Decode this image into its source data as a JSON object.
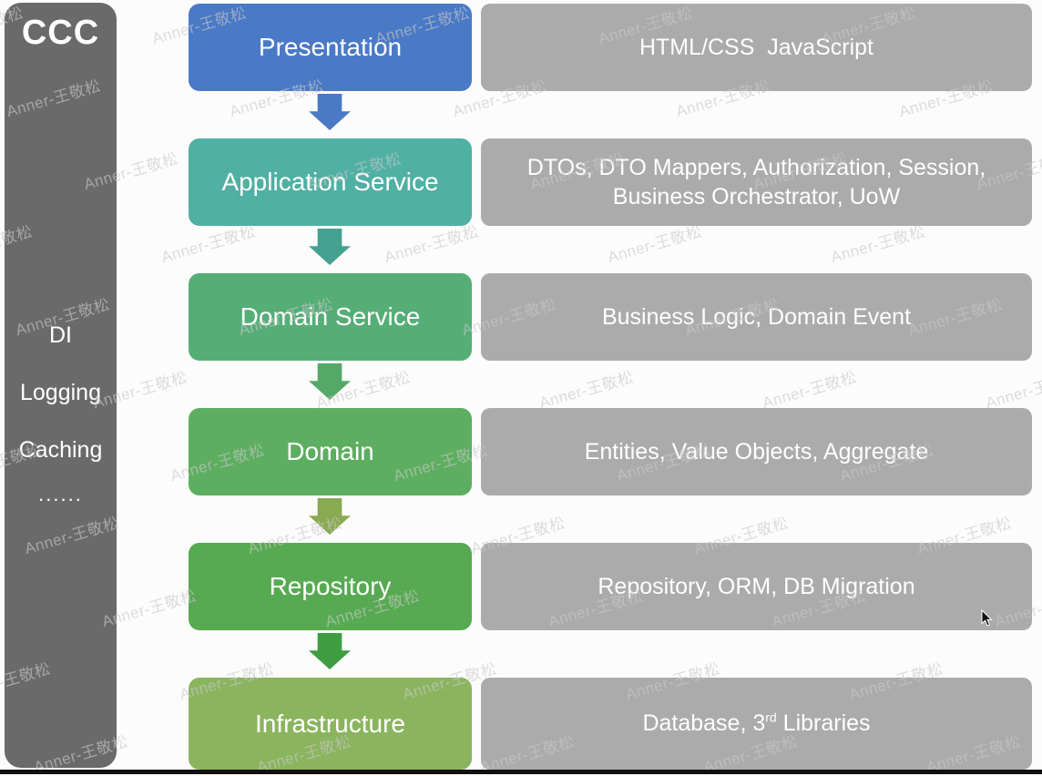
{
  "colors": {
    "background": "#fcfcfc",
    "sidebar_bg": "#6a6a6a",
    "detail_bg": "#ababab",
    "text": "#ffffff",
    "watermark": "#c9c9c9",
    "bottom_bar": "#101010"
  },
  "sidebar": {
    "title": "CCC",
    "items": [
      {
        "id": "di",
        "label": "DI"
      },
      {
        "id": "logging",
        "label": "Logging"
      },
      {
        "id": "caching",
        "label": "Caching"
      },
      {
        "id": "ellipsis",
        "label": "......"
      }
    ]
  },
  "layers": [
    {
      "id": "presentation",
      "label": "Presentation",
      "detail_parts": [
        "HTML/CSS  JavaScript"
      ],
      "box_color": "#4a79c6",
      "arrow_color": "#4b7ac5"
    },
    {
      "id": "application-service",
      "label": "Application Service",
      "detail_parts": [
        "DTOs, DTO Mappers, Authorization, Session,",
        {
          "br": true
        },
        "Business Orchestrator, UoW"
      ],
      "box_color": "#50b0a3",
      "arrow_color": "#45a18f"
    },
    {
      "id": "domain-service",
      "label": "Domain Service",
      "detail_parts": [
        "Business Logic, Domain Event"
      ],
      "box_color": "#55ae76",
      "arrow_color": "#55a967"
    },
    {
      "id": "domain",
      "label": "Domain",
      "detail_parts": [
        "Entities, Value Objects, Aggregate"
      ],
      "box_color": "#5dae60",
      "arrow_color": "#89aa51"
    },
    {
      "id": "repository",
      "label": "Repository",
      "detail_parts": [
        "Repository, ORM, DB Migration"
      ],
      "box_color": "#57aa52",
      "arrow_color": "#3f9d41"
    },
    {
      "id": "infrastructure",
      "label": "Infrastructure",
      "detail_parts": [
        "Database, 3",
        {
          "sup": "rd"
        },
        " Libraries"
      ],
      "box_color": "#8bb45f",
      "arrow_color": null
    }
  ],
  "watermark": {
    "text": "Anner-王敬松"
  }
}
